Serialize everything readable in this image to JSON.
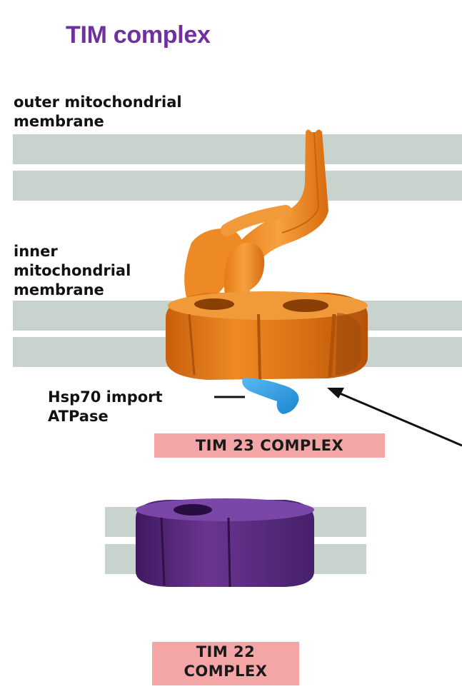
{
  "title": "TIM complex",
  "labels": {
    "outer_membrane": "outer mitochondrial\nmembrane",
    "inner_membrane": "inner\nmitochondrial\nmembrane",
    "hsp70": "Hsp70 import\nATPase"
  },
  "complexes": {
    "tim23": "TIM 23 COMPLEX",
    "tim22": "TIM 22\nCOMPLEX"
  },
  "colors": {
    "membrane": "#c9d3cd",
    "tim23": "#e07a17",
    "tim22": "#5a2a7e",
    "hsp70": "#2f9be0",
    "title": "#7030a0",
    "box": "#f4a6a6"
  }
}
